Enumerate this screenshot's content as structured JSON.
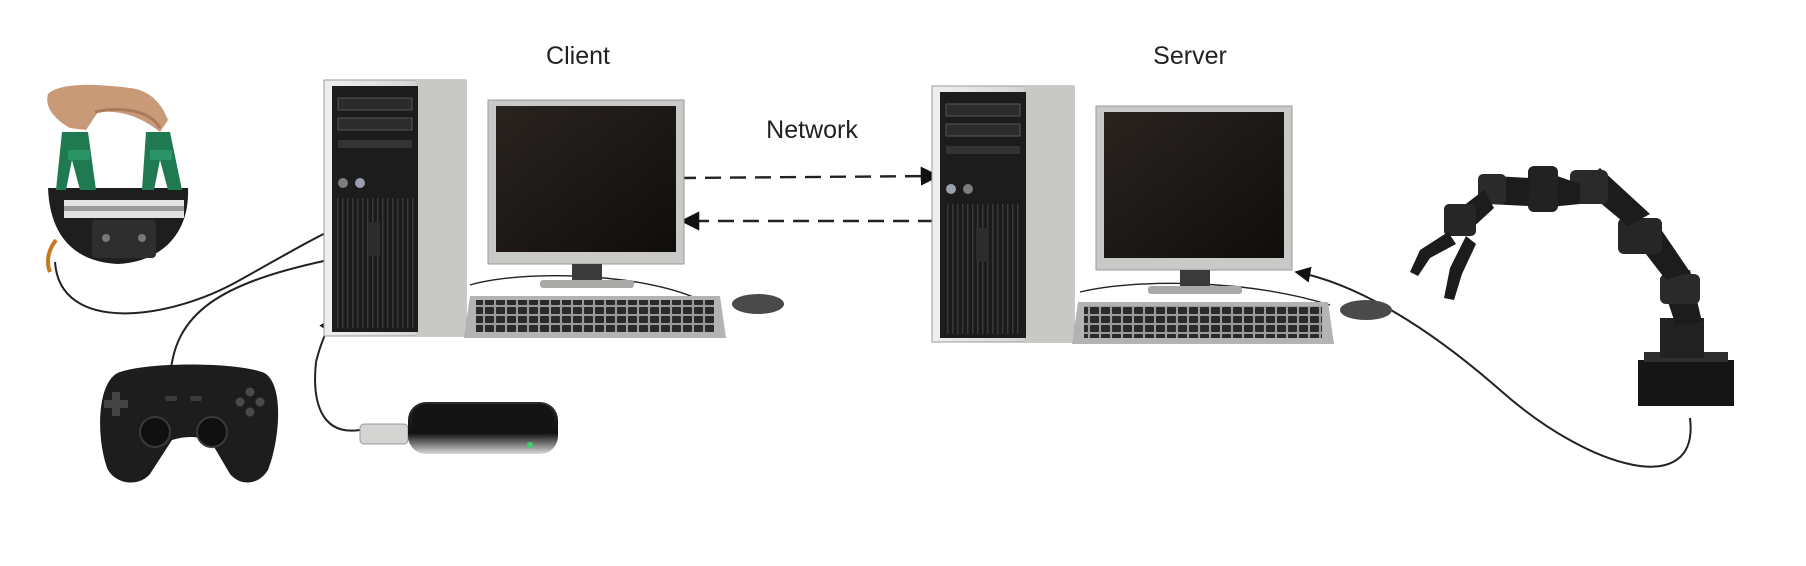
{
  "labels": {
    "client": "Client",
    "server": "Server",
    "network": "Network"
  },
  "icons": {
    "gripper": "gripper-device-icon",
    "gamepad": "gamepad-icon",
    "tower": "computer-tower-icon",
    "monitor": "monitor-icon",
    "keyboard": "keyboard-icon",
    "mouse": "mouse-icon",
    "leap": "leap-motion-sensor-icon",
    "robot_arm": "robot-arm-icon"
  },
  "colors": {
    "device_dark": "#1b1b1b",
    "case_silver": "#d8d8d6",
    "line": "#222222",
    "gripper_green": "#1f7a52",
    "servo_orange": "#c9781e"
  }
}
